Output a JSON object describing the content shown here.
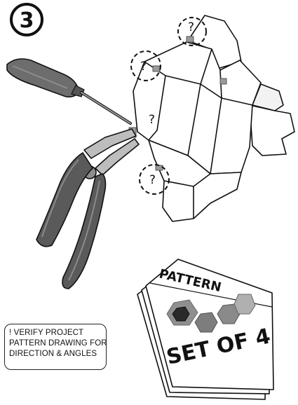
{
  "step": {
    "number": "3"
  },
  "question_marks": [
    "?",
    "?",
    "?",
    "?"
  ],
  "pattern_sheet": {
    "title": "PATTERN",
    "set_label": "SET OF 4"
  },
  "note": {
    "lines": [
      "! VERIFY PROJECT",
      "PATTERN DRAWING FOR",
      "DIRECTION & ANGLES"
    ]
  },
  "colors": {
    "ink": "#111111",
    "tool_gray": "#6d6d6d",
    "handle_dark": "#3a3a3a",
    "paper_shade": "#e8e8e8"
  }
}
